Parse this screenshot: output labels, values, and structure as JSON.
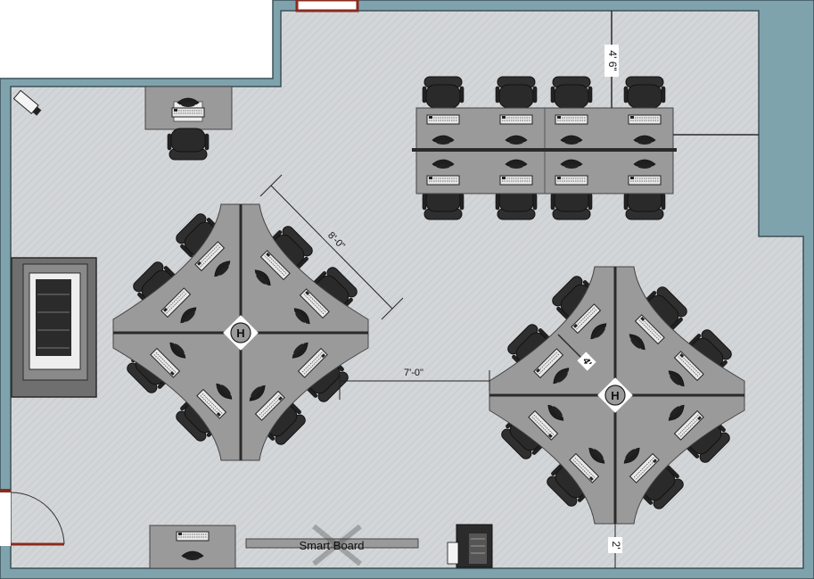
{
  "colors": {
    "wall": "#7fa3ad",
    "wall_edge": "#3c5058",
    "floor": "#d3d6d8",
    "desk": "#9a9a9a",
    "desk_edge": "#444444",
    "chair": "#2f2f2f",
    "chair_edge": "#111111",
    "door": "#8b2a1f",
    "partition": "#2a2a2a"
  },
  "icons": {
    "camera": "security-camera-icon",
    "hub": "power-hub-icon",
    "keyboard": "keyboard-icon",
    "phone": "phone-icon",
    "chair": "office-chair-icon",
    "printer": "printer-icon"
  },
  "dimensions": {
    "top_gap": "4' 6\"",
    "cluster_width": "8'-0\"",
    "cluster_gap": "7'-0\"",
    "right_pod_spacing": "4'",
    "bottom_gap": "2'"
  },
  "furniture": {
    "smart_board": "Smart Board",
    "hub_letter": "H"
  }
}
